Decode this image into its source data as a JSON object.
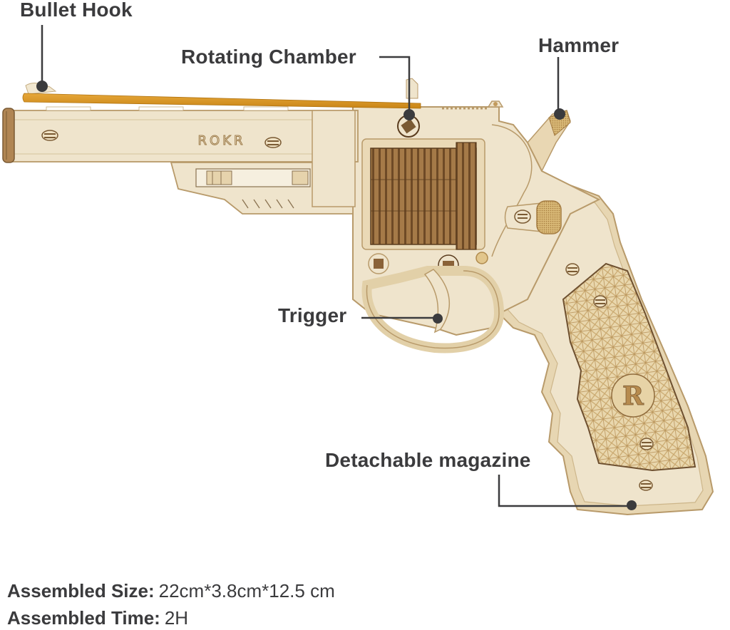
{
  "product": {
    "brand_engraving": "ROKR",
    "grip_emblem": "R",
    "colors": {
      "wood_light": "#efe4cc",
      "wood_mid": "#e2d2ae",
      "wood_edge": "#b89a6a",
      "wood_dark": "#7a5a33",
      "chamber_dark": "#8a6238",
      "rubber_band": "#d9951f",
      "label_text": "#3b3b3d",
      "callout_line": "#3b3b3d"
    }
  },
  "callouts": [
    {
      "id": "bullet-hook",
      "label": "Bullet Hook"
    },
    {
      "id": "rotating-chamber",
      "label": "Rotating Chamber"
    },
    {
      "id": "hammer",
      "label": "Hammer"
    },
    {
      "id": "trigger",
      "label": "Trigger"
    },
    {
      "id": "detachable-magazine",
      "label": "Detachable magazine"
    }
  ],
  "specs": [
    {
      "key": "Assembled Size:",
      "value": "22cm*3.8cm*12.5 cm"
    },
    {
      "key": "Assembled Time:",
      "value": "2H"
    }
  ]
}
